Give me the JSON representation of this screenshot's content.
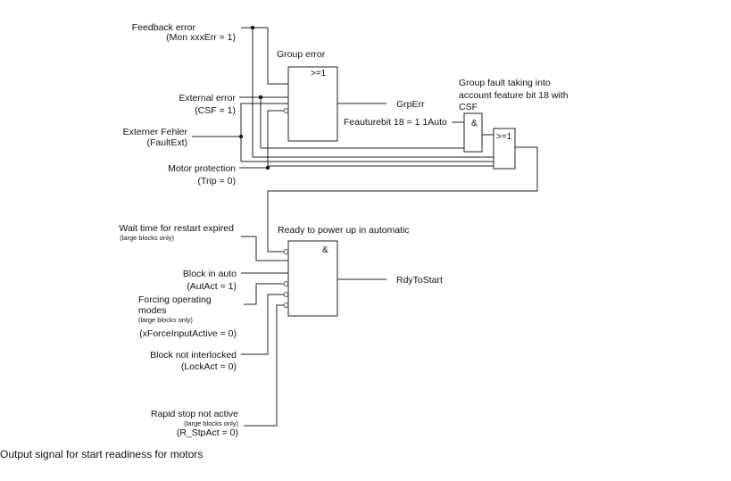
{
  "inputs_top": {
    "feedback_error": "Feedback error",
    "feedback_error_sub": "(Mon xxxErr = 1)",
    "external_error": "External error",
    "external_error_sub": "(CSF = 1)",
    "externer_fehler": "Externer Fehler",
    "externer_fehler_sub": "(FaultExt)",
    "motor_protection": "Motor protection",
    "motor_protection_sub": "(Trip = 0)"
  },
  "group_error": {
    "title": "Group error",
    "symbol": ">=1",
    "output": "GrpErr"
  },
  "group_fault": {
    "title_line1": "Group fault taking into",
    "title_line2": "account feature bit 18 with",
    "title_line3": "CSF",
    "and_symbol": "&",
    "or_symbol": ">=1",
    "feature_bit": "Feauturebit 18 = 1 1Auto"
  },
  "ready": {
    "title": "Ready to power up in automatic",
    "symbol": "&",
    "output": "RdyToStart"
  },
  "inputs_bottom": {
    "wait_time": "Wait time for restart expired",
    "wait_time_note": "(large blocks only)",
    "block_auto": "Block in auto",
    "block_auto_sub": "(AutAct = 1)",
    "forcing_1": "Forcing operating",
    "forcing_2": "modes",
    "forcing_note": "(large blocks only)",
    "forcing_sub": "(xForceInputActive = 0)",
    "not_interlocked": "Block not interlocked",
    "not_interlocked_sub": "(LockAct = 0)",
    "rapid_stop": "Rapid stop not active",
    "rapid_stop_note": "(large blocks only)",
    "rapid_stop_sub": "(R_StpAct = 0)"
  },
  "caption": "Output signal for start readiness for motors"
}
